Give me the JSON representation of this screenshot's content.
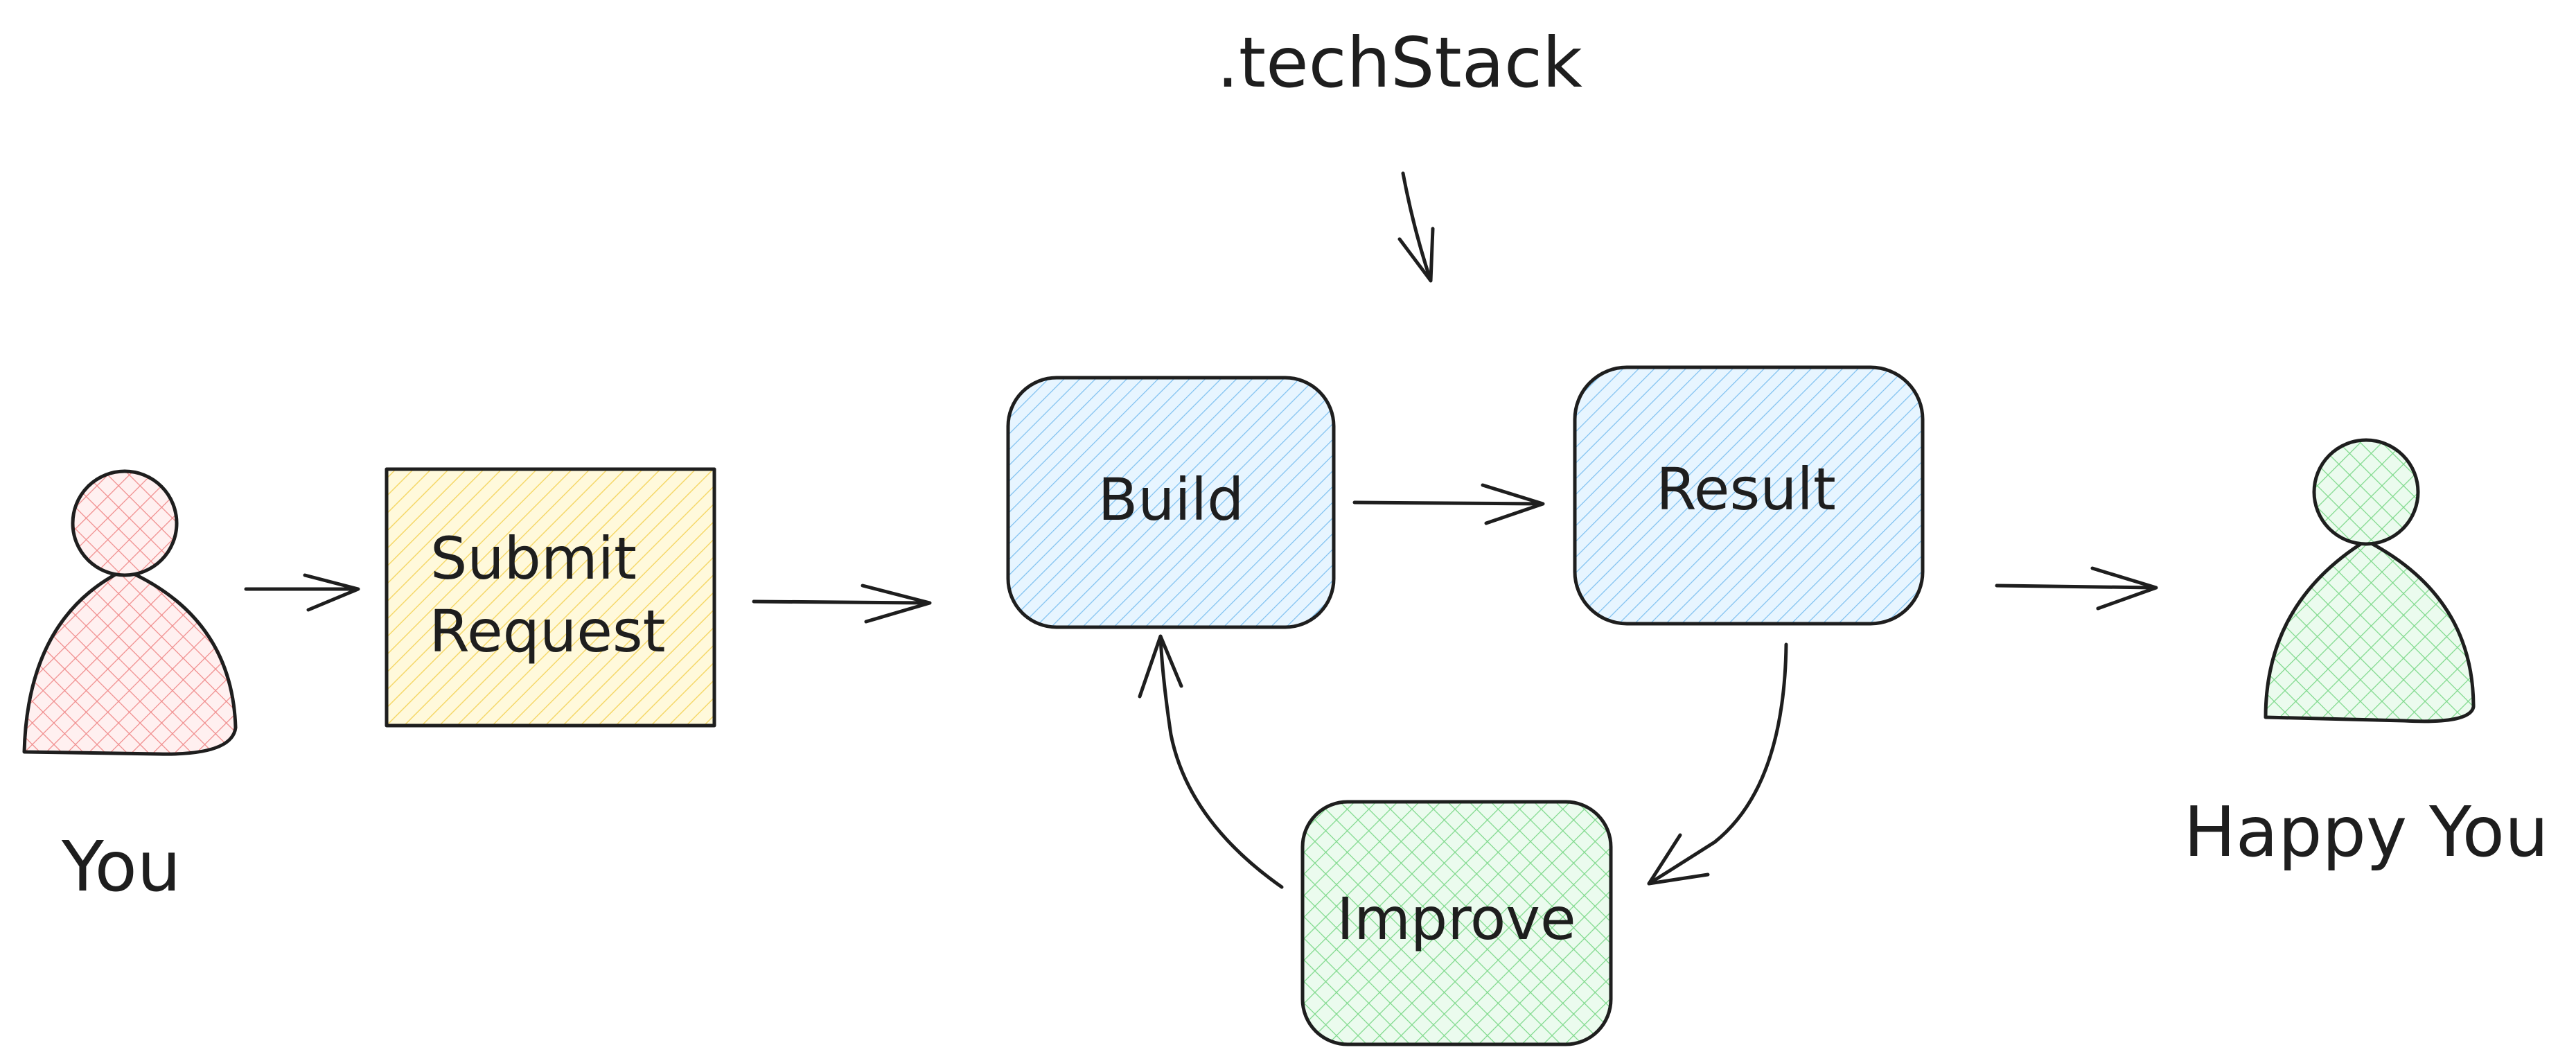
{
  "labels": {
    "tech_stack": ".techStack",
    "you": "You",
    "submit_line1": "Submit",
    "submit_line2": "Request",
    "build": "Build",
    "result": "Result",
    "improve": "Improve",
    "happy_you": "Happy You"
  },
  "colors": {
    "ink": "#1e1e1e",
    "you_fill": "#ffc9c9",
    "submit_fill": "#ffec99",
    "build_fill": "#a5d8ff",
    "result_fill": "#a5d8ff",
    "improve_fill": "#b2f2bb",
    "happy_you_fill": "#b2f2bb"
  },
  "icons": {
    "you": "person-icon",
    "happy_you": "person-icon"
  }
}
